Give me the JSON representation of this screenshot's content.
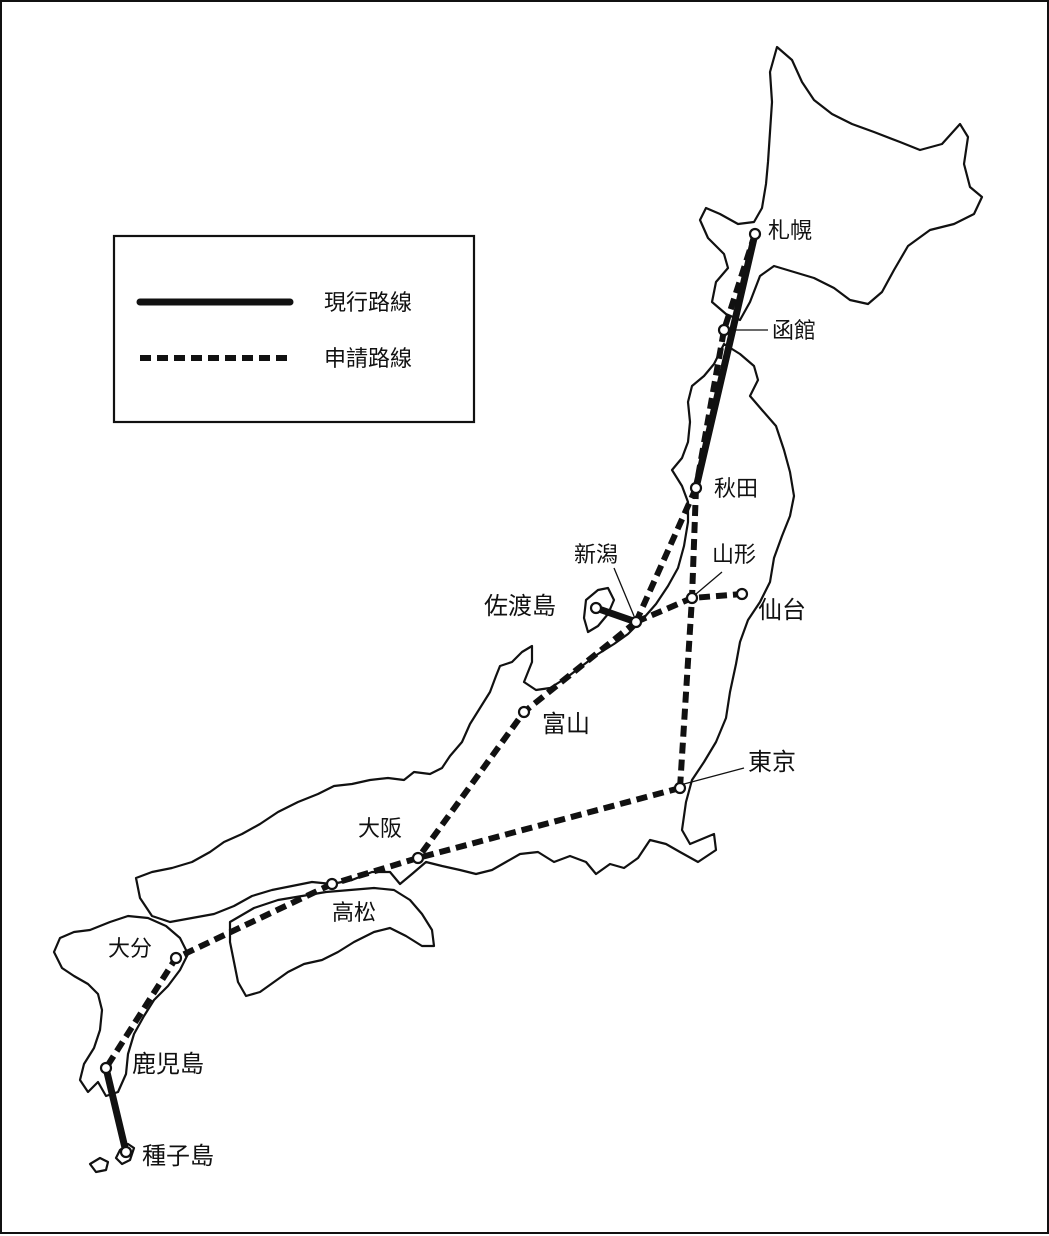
{
  "legend": {
    "current": "現行路線",
    "planned": "申請路線"
  },
  "cities": {
    "sapporo": "札幌",
    "hakodate": "函館",
    "akita": "秋田",
    "niigata": "新潟",
    "yamagata": "山形",
    "sendai": "仙台",
    "sado": "佐渡島",
    "toyama": "富山",
    "tokyo": "東京",
    "osaka": "大阪",
    "takamatsu": "高松",
    "oita": "大分",
    "kagoshima": "鹿児島",
    "tanegashima": "種子島"
  },
  "colors": {
    "ink": "#111111",
    "paper": "#ffffff"
  }
}
